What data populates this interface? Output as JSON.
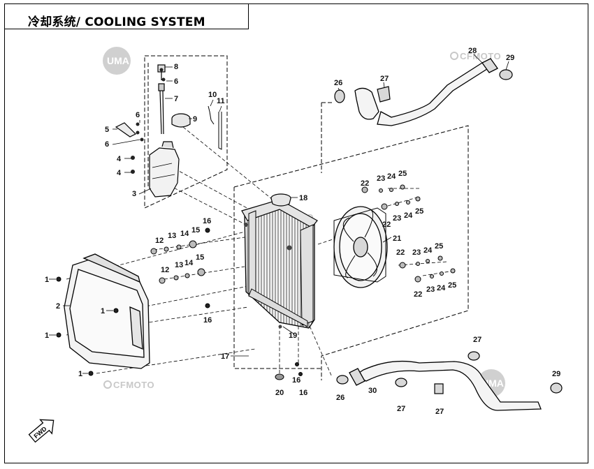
{
  "header": {
    "title": "冷却系统/ COOLING SYSTEM"
  },
  "watermarks": {
    "cfmoto": "CFMOTO",
    "uma": "UMA"
  },
  "direction_mark": "FWD",
  "callouts": [
    {
      "id": "c8",
      "num": "8"
    },
    {
      "id": "c6a",
      "num": "6"
    },
    {
      "id": "c7",
      "num": "7"
    },
    {
      "id": "c10",
      "num": "10"
    },
    {
      "id": "c11",
      "num": "11"
    },
    {
      "id": "c9",
      "num": "9"
    },
    {
      "id": "c6b",
      "num": "6"
    },
    {
      "id": "c5",
      "num": "5"
    },
    {
      "id": "c6c",
      "num": "6"
    },
    {
      "id": "c4a",
      "num": "4"
    },
    {
      "id": "c4b",
      "num": "4"
    },
    {
      "id": "c3",
      "num": "3"
    },
    {
      "id": "c26a",
      "num": "26"
    },
    {
      "id": "c27a",
      "num": "27"
    },
    {
      "id": "c28",
      "num": "28"
    },
    {
      "id": "c29a",
      "num": "29"
    },
    {
      "id": "c18",
      "num": "18"
    },
    {
      "id": "c22a",
      "num": "22"
    },
    {
      "id": "c23a",
      "num": "23"
    },
    {
      "id": "c24a",
      "num": "24"
    },
    {
      "id": "c25a",
      "num": "25"
    },
    {
      "id": "c22b",
      "num": "22"
    },
    {
      "id": "c23b",
      "num": "23"
    },
    {
      "id": "c24b",
      "num": "24"
    },
    {
      "id": "c25b",
      "num": "25"
    },
    {
      "id": "c21",
      "num": "21"
    },
    {
      "id": "c22c",
      "num": "22"
    },
    {
      "id": "c23c",
      "num": "23"
    },
    {
      "id": "c24c",
      "num": "24"
    },
    {
      "id": "c25c",
      "num": "25"
    },
    {
      "id": "c22d",
      "num": "22"
    },
    {
      "id": "c23d",
      "num": "23"
    },
    {
      "id": "c24d",
      "num": "24"
    },
    {
      "id": "c25d",
      "num": "25"
    },
    {
      "id": "c12a",
      "num": "12"
    },
    {
      "id": "c13a",
      "num": "13"
    },
    {
      "id": "c14a",
      "num": "14"
    },
    {
      "id": "c15a",
      "num": "15"
    },
    {
      "id": "c16a",
      "num": "16"
    },
    {
      "id": "c12b",
      "num": "12"
    },
    {
      "id": "c13b",
      "num": "13"
    },
    {
      "id": "c14b",
      "num": "14"
    },
    {
      "id": "c15b",
      "num": "15"
    },
    {
      "id": "c1a",
      "num": "1"
    },
    {
      "id": "c2",
      "num": "2"
    },
    {
      "id": "c1b",
      "num": "1"
    },
    {
      "id": "c1c",
      "num": "1"
    },
    {
      "id": "c1d",
      "num": "1"
    },
    {
      "id": "c16b",
      "num": "16"
    },
    {
      "id": "c19",
      "num": "19"
    },
    {
      "id": "c17",
      "num": "17"
    },
    {
      "id": "c20",
      "num": "20"
    },
    {
      "id": "c16c",
      "num": "16"
    },
    {
      "id": "c16d",
      "num": "16"
    },
    {
      "id": "c26b",
      "num": "26"
    },
    {
      "id": "c30",
      "num": "30"
    },
    {
      "id": "c27b",
      "num": "27"
    },
    {
      "id": "c27c",
      "num": "27"
    },
    {
      "id": "c27d",
      "num": "27"
    },
    {
      "id": "c29b",
      "num": "29"
    }
  ]
}
